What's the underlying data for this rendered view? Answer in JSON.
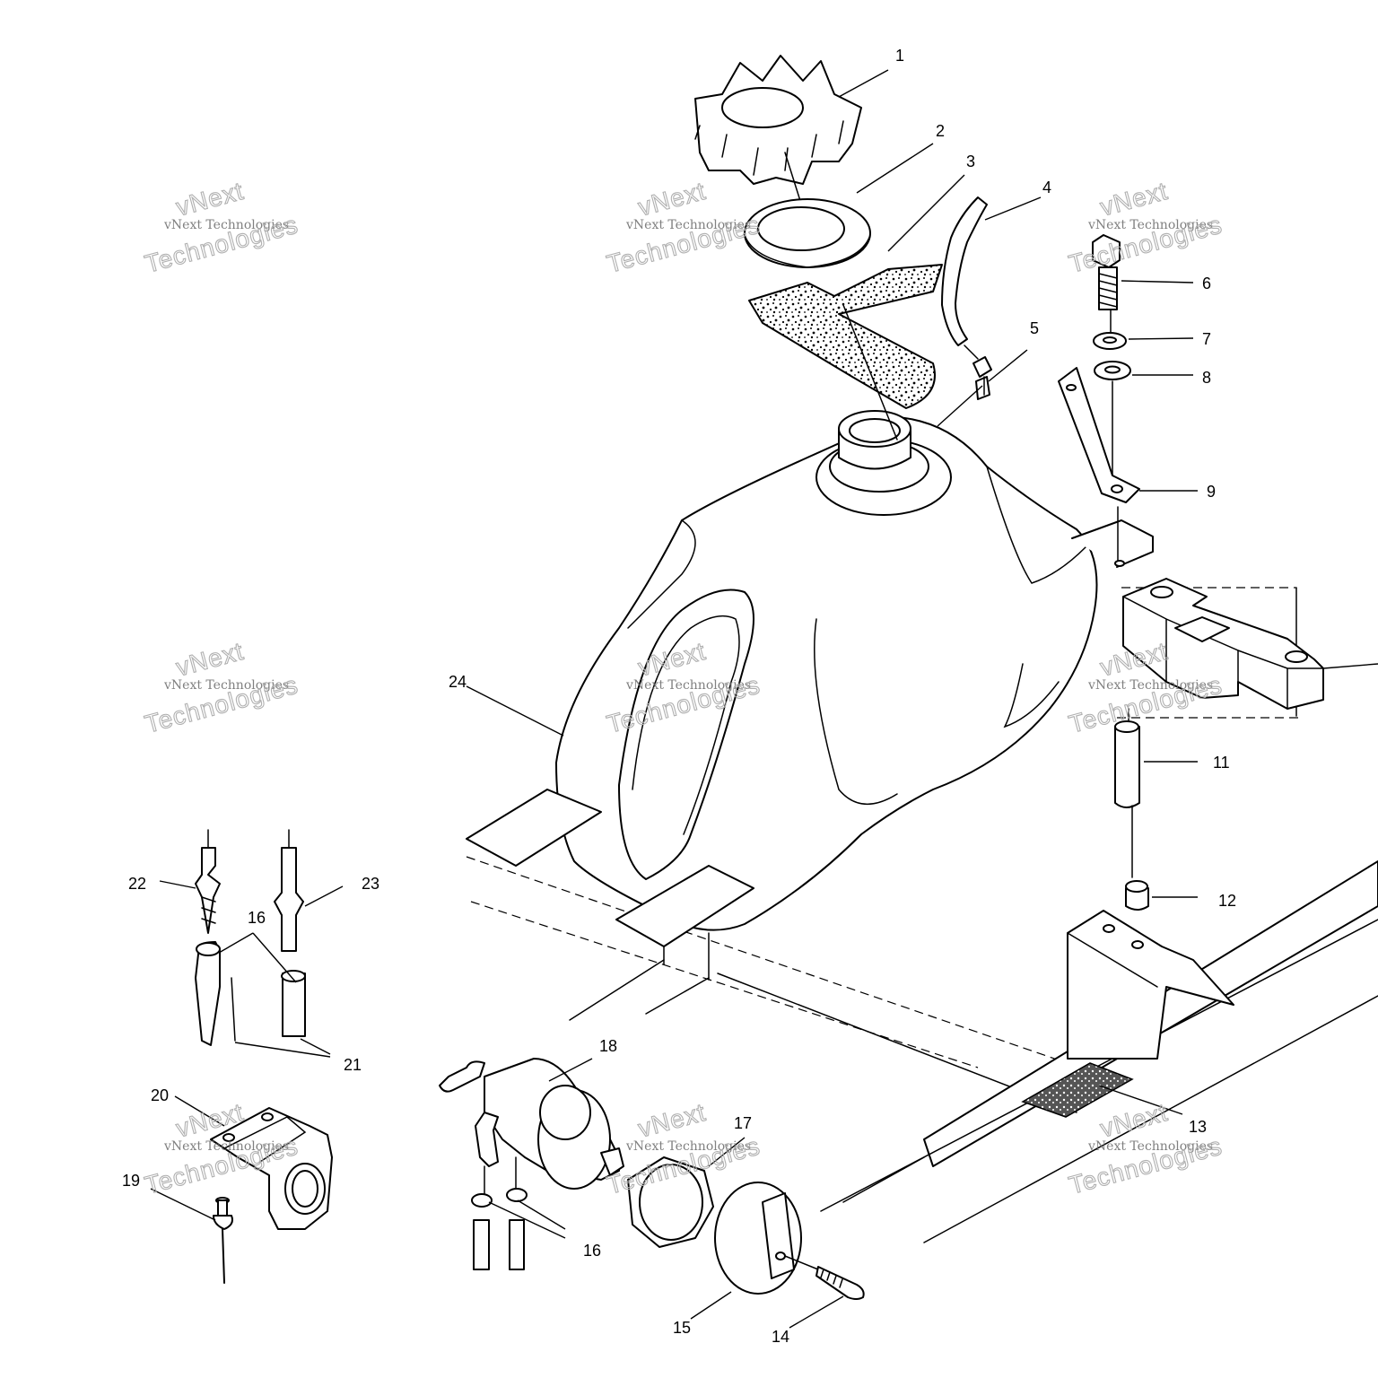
{
  "callouts": [
    {
      "id": "c1",
      "label": "1"
    },
    {
      "id": "c2",
      "label": "2"
    },
    {
      "id": "c3",
      "label": "3"
    },
    {
      "id": "c4",
      "label": "4"
    },
    {
      "id": "c5",
      "label": "5"
    },
    {
      "id": "c6",
      "label": "6"
    },
    {
      "id": "c7",
      "label": "7"
    },
    {
      "id": "c8",
      "label": "8"
    },
    {
      "id": "c9",
      "label": "9"
    },
    {
      "id": "c11",
      "label": "11"
    },
    {
      "id": "c12",
      "label": "12"
    },
    {
      "id": "c13",
      "label": "13"
    },
    {
      "id": "c14",
      "label": "14"
    },
    {
      "id": "c15",
      "label": "15"
    },
    {
      "id": "c16a",
      "label": "16"
    },
    {
      "id": "c16b",
      "label": "16"
    },
    {
      "id": "c17",
      "label": "17"
    },
    {
      "id": "c18",
      "label": "18"
    },
    {
      "id": "c19",
      "label": "19"
    },
    {
      "id": "c20",
      "label": "20"
    },
    {
      "id": "c21",
      "label": "21"
    },
    {
      "id": "c22",
      "label": "22"
    },
    {
      "id": "c23",
      "label": "23"
    },
    {
      "id": "c24",
      "label": "24"
    }
  ],
  "watermark": {
    "brand_line": "vNext",
    "company_line": "vNext Technologies",
    "outline_line": "Technologies"
  }
}
